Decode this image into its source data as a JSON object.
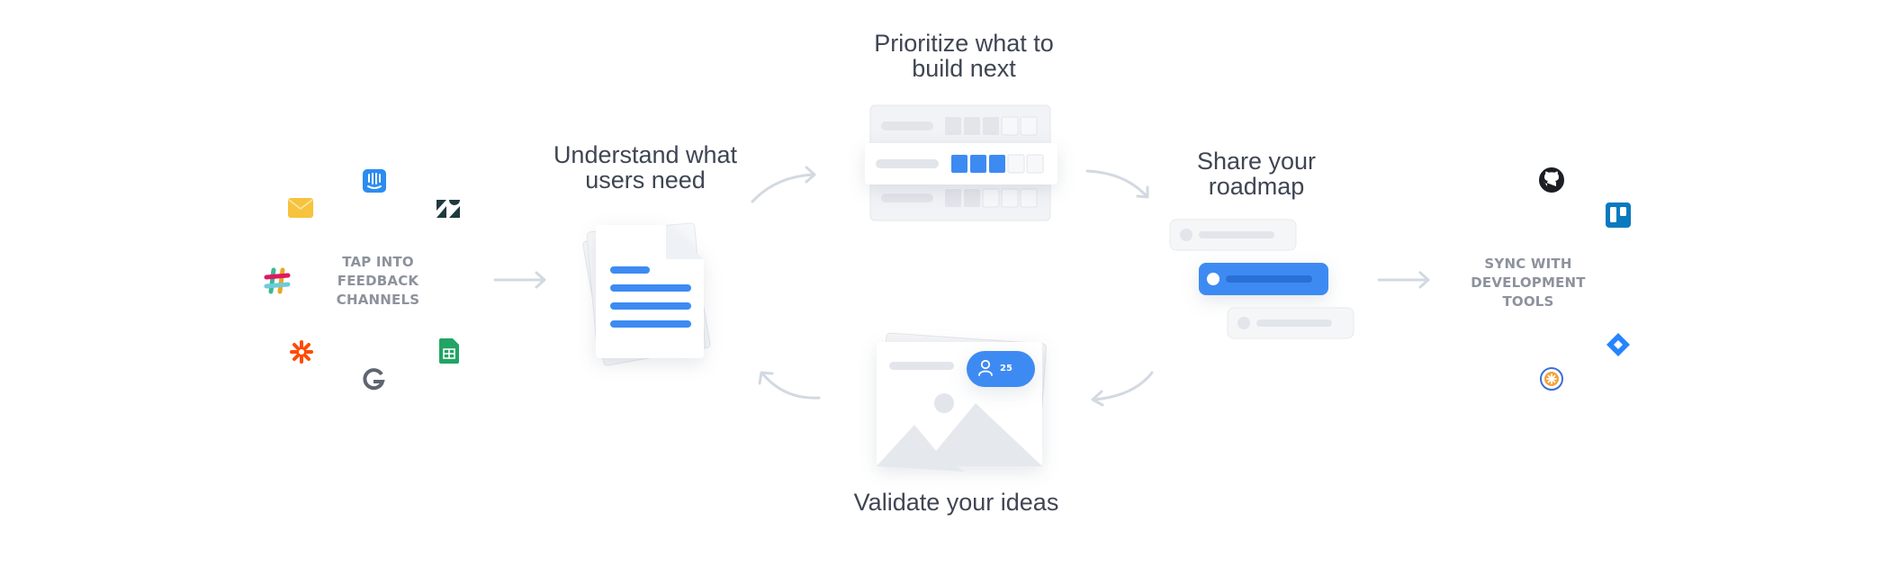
{
  "steps": {
    "feedback": {
      "label_lines": [
        "TAP INTO",
        "FEEDBACK",
        "CHANNELS"
      ]
    },
    "understand": {
      "title_lines": [
        "Understand what",
        "users need"
      ]
    },
    "prioritize": {
      "title_lines": [
        "Prioritize what to",
        "build next"
      ]
    },
    "share": {
      "title_lines": [
        "Share your",
        "roadmap"
      ]
    },
    "sync": {
      "label_lines": [
        "SYNC WITH",
        "DEVELOPMENT",
        "TOOLS"
      ]
    },
    "validate": {
      "title": "Validate your ideas",
      "vote_count": "25"
    }
  },
  "feedback_icons": [
    "email-icon",
    "intercom-icon",
    "zendesk-icon",
    "slack-icon",
    "zapier-icon",
    "google-icon",
    "google-sheets-icon"
  ],
  "dev_tool_icons": [
    "github-icon",
    "trello-icon",
    "jira-icon",
    "clubhouse-icon"
  ],
  "colors": {
    "accent": "#3d8bf2",
    "arrow": "#d3d9e1",
    "card": "#eef0f3",
    "text": "#3f4553",
    "caps": "#8d929c"
  }
}
